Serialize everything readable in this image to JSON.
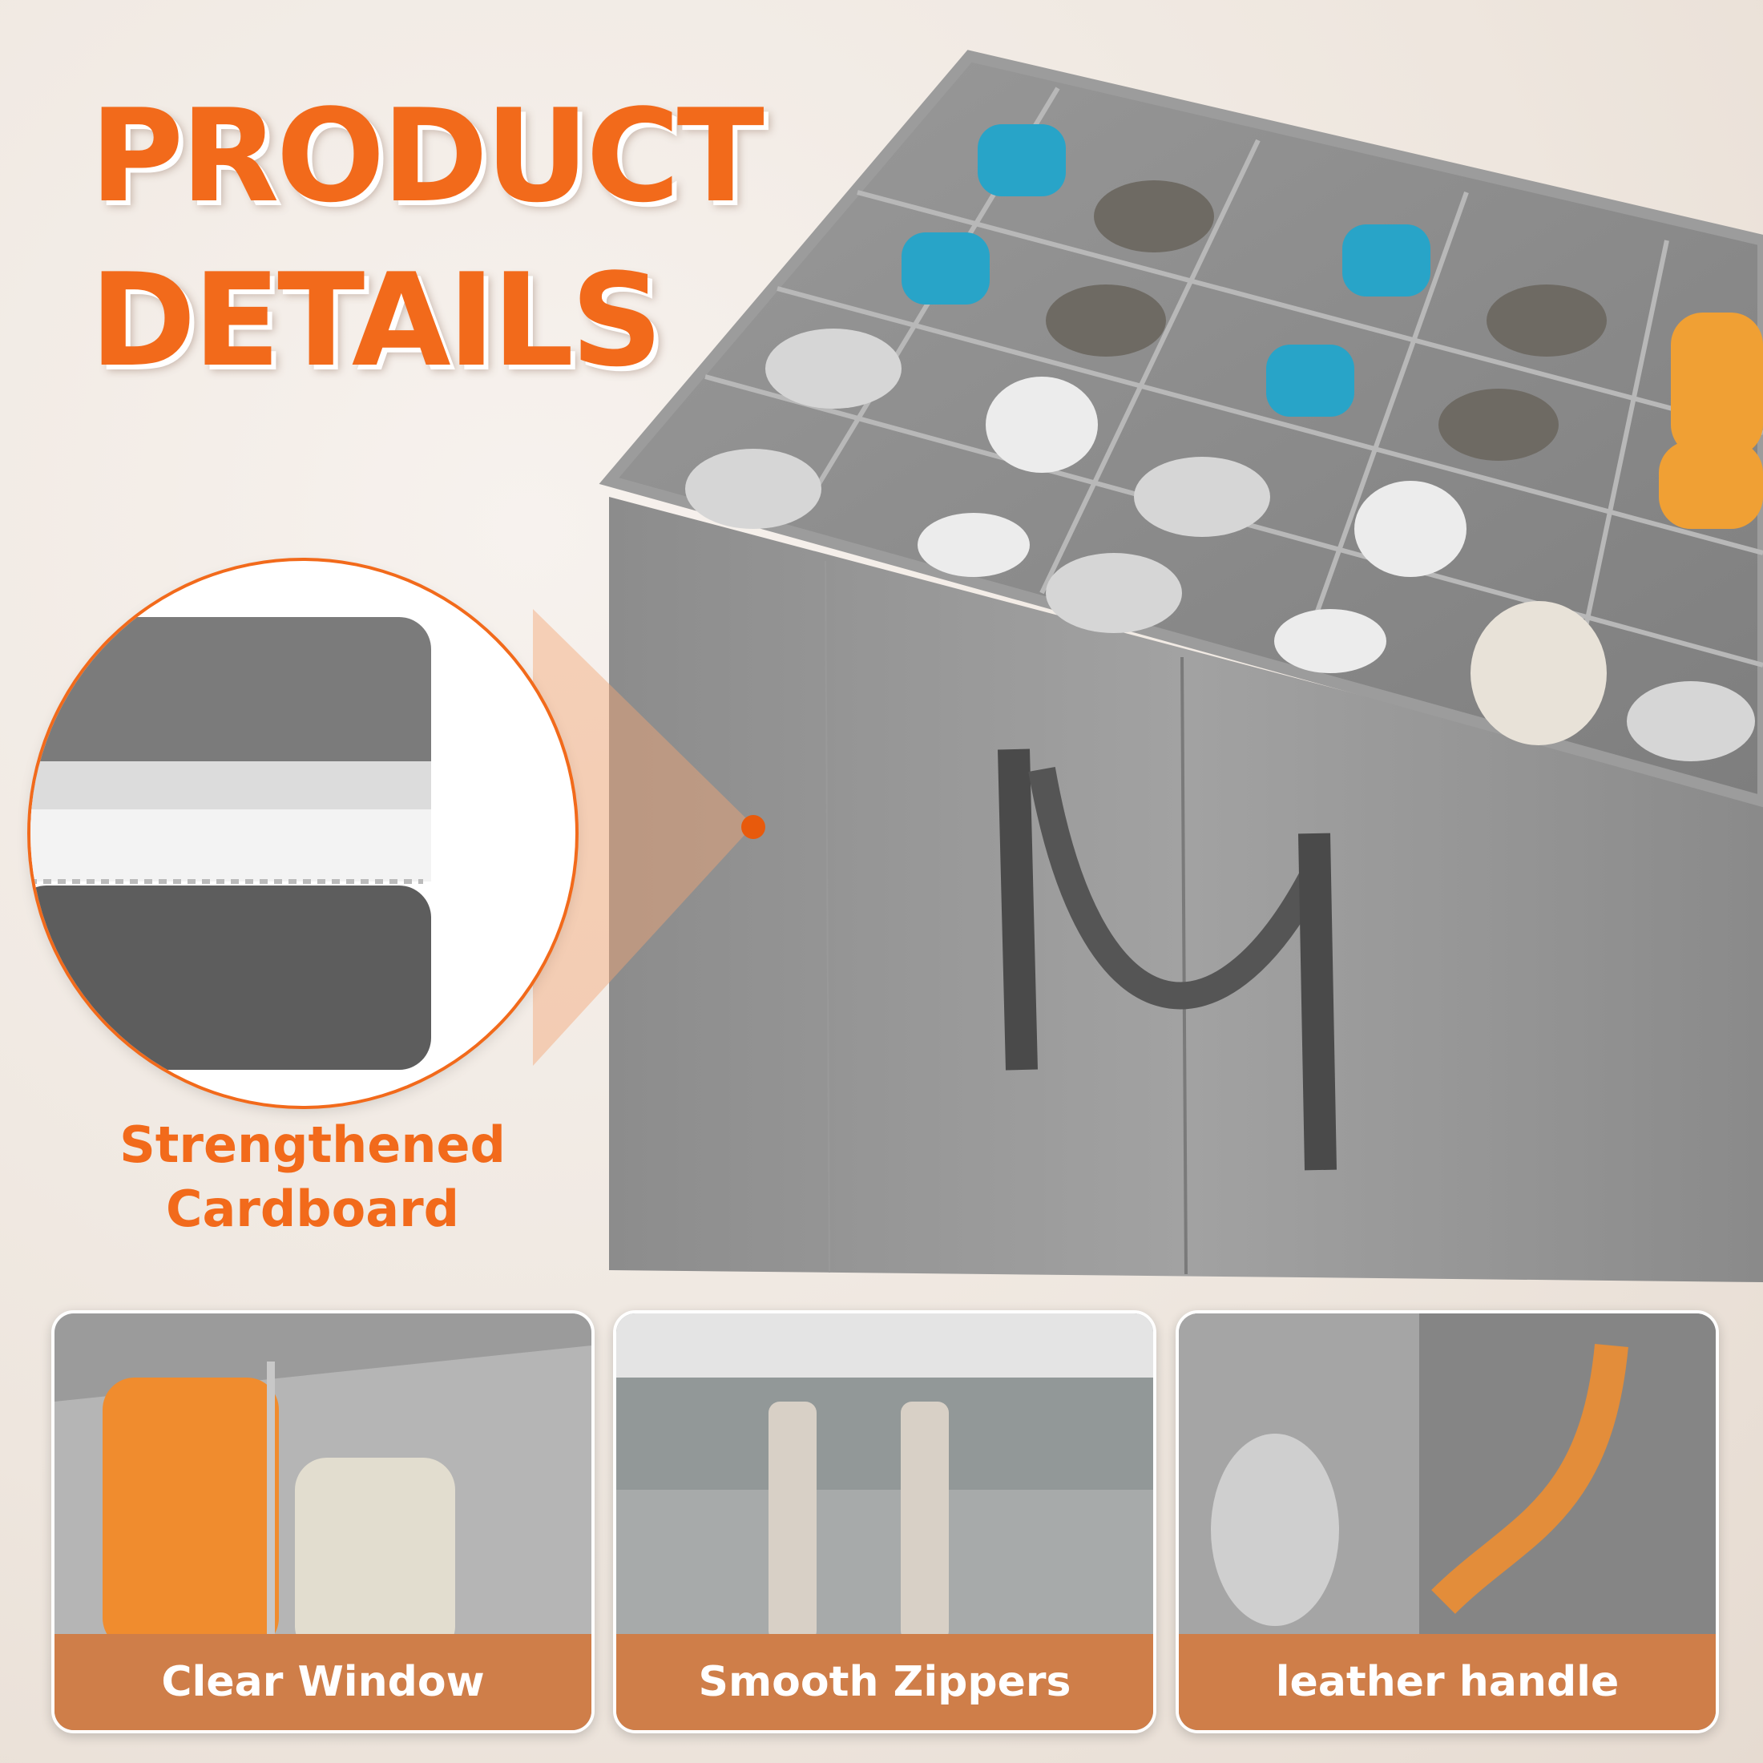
{
  "headline": {
    "line1": "PRODUCT",
    "line2": "DETAILS"
  },
  "callout": {
    "line1": "Strengthened",
    "line2": "Cardboard"
  },
  "features": [
    {
      "label": "Clear Window"
    },
    {
      "label": "Smooth Zippers"
    },
    {
      "label": "leather handle"
    }
  ],
  "colors": {
    "accent": "#f26a1b",
    "caption": "#cf7e49",
    "fabric": "#8f8f8f",
    "background": "#efe8e1"
  }
}
